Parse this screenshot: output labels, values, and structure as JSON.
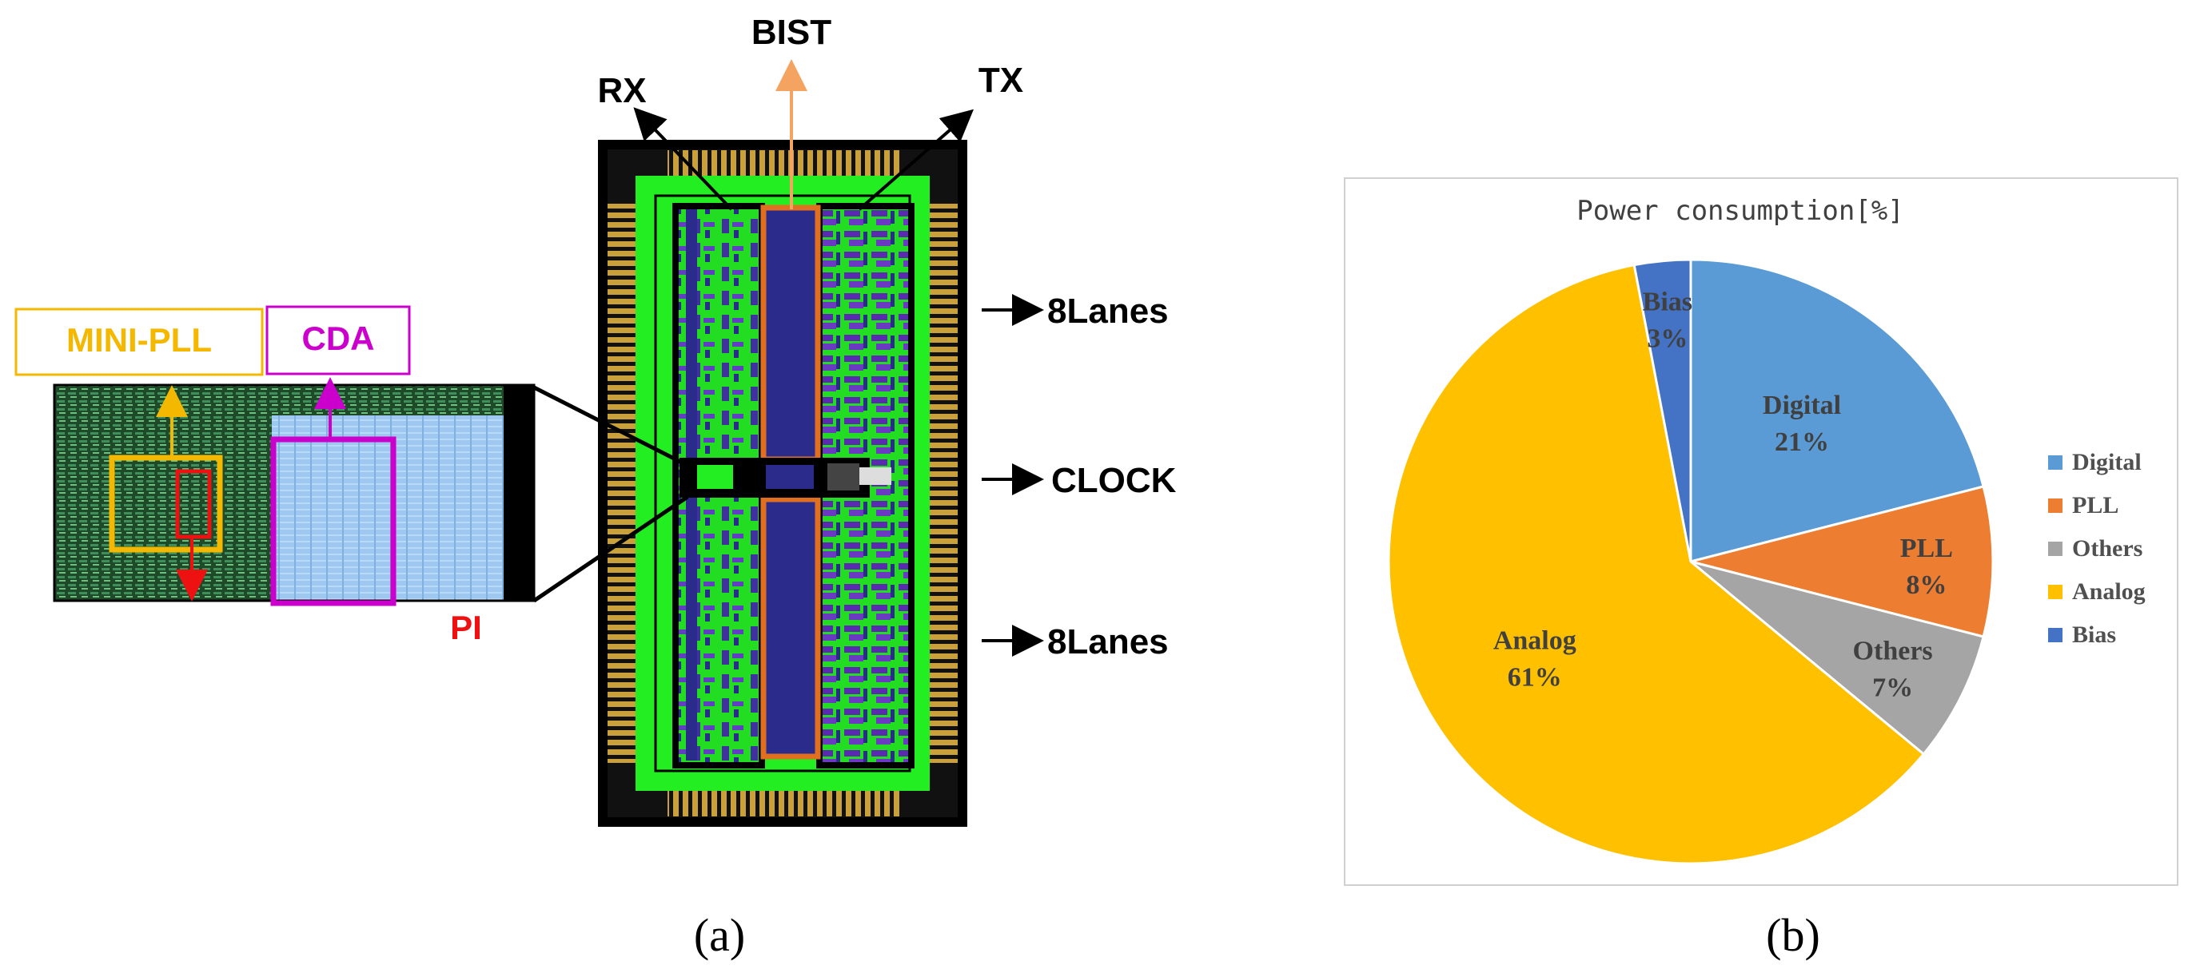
{
  "panel_a": {
    "labels": {
      "bist": "BIST",
      "rx": "RX",
      "tx": "TX",
      "lanes_top": "8Lanes",
      "clock": "CLOCK",
      "lanes_bottom": "8Lanes",
      "mini_pll": "MINI-PLL",
      "cda": "CDA",
      "pi": "PI"
    },
    "caption": "(a)",
    "colors": {
      "bist_arrow": "#F4A460",
      "mini_pll": "#F5B800",
      "cda": "#CC00CC",
      "pi": "#EE1111",
      "layout_green": "#22EE22",
      "layout_blue": "#2B2B8C",
      "highlight_orange": "#E07020"
    }
  },
  "panel_b": {
    "caption": "(b)",
    "chart_data": {
      "type": "pie",
      "title": "Power consumption[%]",
      "slices": [
        {
          "name": "Digital",
          "value": 21,
          "label": "21%",
          "color": "#5B9BD5"
        },
        {
          "name": "PLL",
          "value": 8,
          "label": "8%",
          "color": "#ED7D31"
        },
        {
          "name": "Others",
          "value": 7,
          "label": "7%",
          "color": "#A5A5A5"
        },
        {
          "name": "Analog",
          "value": 61,
          "label": "61%",
          "color": "#FFC000"
        },
        {
          "name": "Bias",
          "value": 3,
          "label": "3%",
          "color": "#4472C4"
        }
      ],
      "legend_position": "right",
      "start_angle": "12 o'clock, clockwise"
    }
  }
}
